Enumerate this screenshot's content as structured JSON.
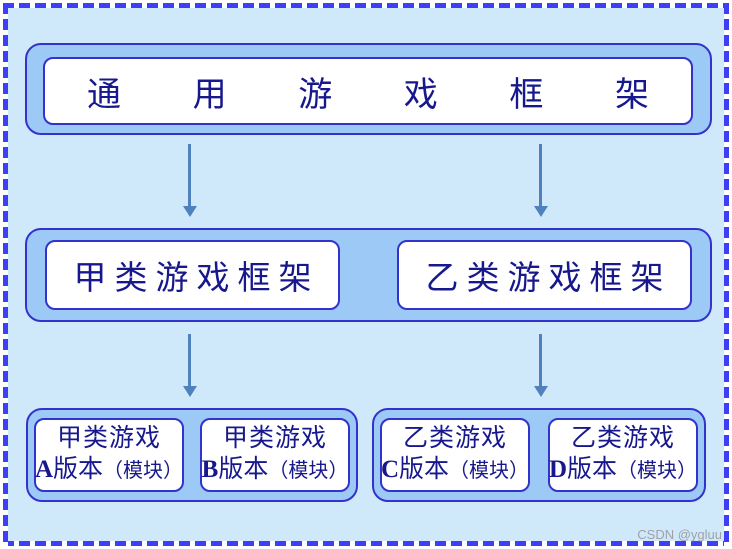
{
  "colors": {
    "canvas-fill": "#cfe9fb",
    "dash-color": "#3e3ef6",
    "group-fill": "#9dc9f6",
    "node-fill": "#ffffff",
    "line-color": "#3333cb",
    "text-color": "#18188d",
    "arrow-color": "#4e81bd",
    "watermark-color": "#a0a0a8"
  },
  "diagram": {
    "root": {
      "label": "通用游戏框架"
    },
    "level2": [
      {
        "label": "甲类游戏框架"
      },
      {
        "label": "乙类游戏框架"
      }
    ],
    "level3_groups": [
      {
        "modules": [
          {
            "line1": "甲类游戏",
            "letter": "A",
            "rest": "版本",
            "suffix": "（模块）"
          },
          {
            "line1": "甲类游戏",
            "letter": "B",
            "rest": "版本",
            "suffix": "（模块）"
          }
        ]
      },
      {
        "modules": [
          {
            "line1": "乙类游戏",
            "letter": "C",
            "rest": "版本",
            "suffix": "（模块）"
          },
          {
            "line1": "乙类游戏",
            "letter": "D",
            "rest": "版本",
            "suffix": "（模块）"
          }
        ]
      }
    ]
  },
  "watermark": "CSDN @ygluu"
}
